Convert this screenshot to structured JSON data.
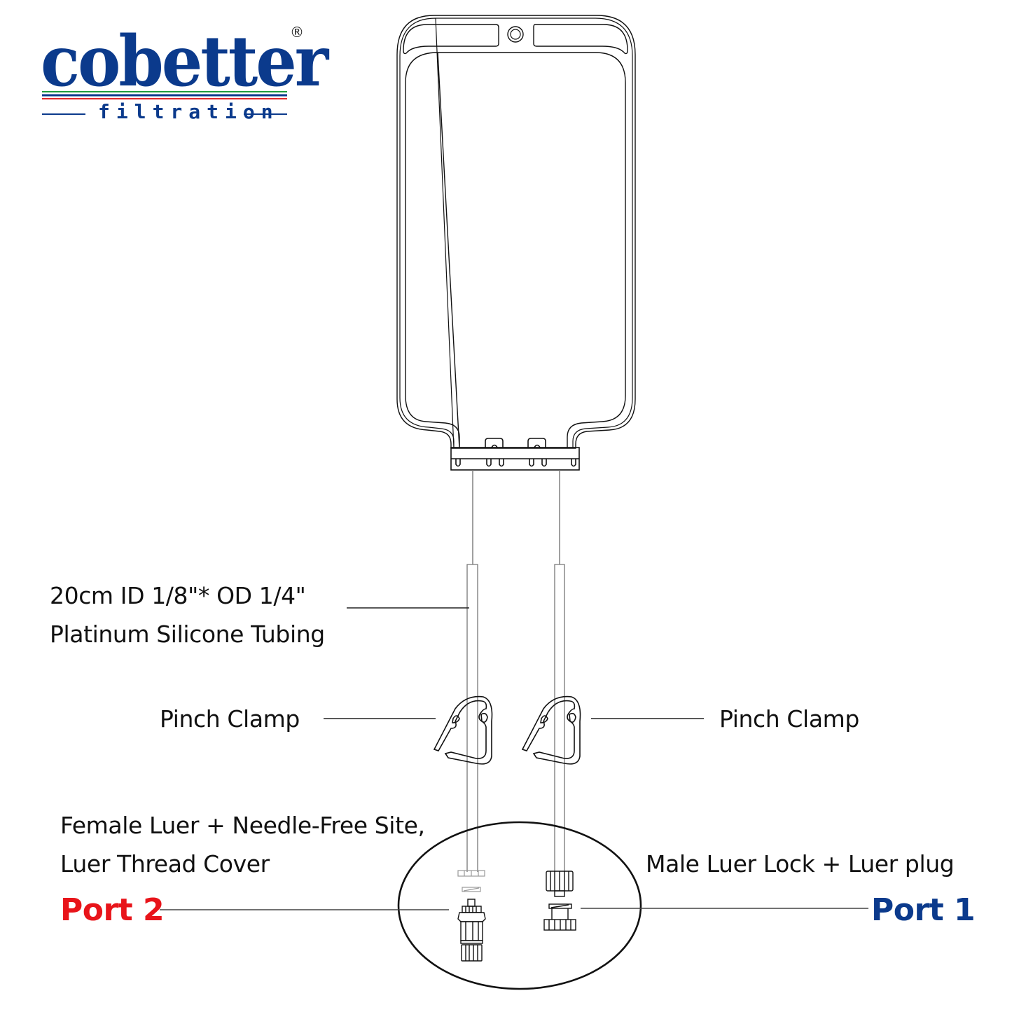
{
  "logo": {
    "wordmark": "cobetter",
    "subtitle": "filtration",
    "registered_mark": "®",
    "brand_color": "#0b3a8c",
    "stripe_colors": [
      "#1f9a3c",
      "#0b3a8c",
      "#e0262a"
    ]
  },
  "labels": {
    "tubing_line1": "20cm ID 1/8\"* OD 1/4\"",
    "tubing_line2": "Platinum Silicone Tubing",
    "pinch_clamp_left": "Pinch Clamp",
    "pinch_clamp_right": "Pinch Clamp",
    "port2_desc_line1": "Female Luer + Needle-Free Site,",
    "port2_desc_line2": "Luer Thread Cover",
    "port1_desc": "Male Luer Lock + Luer plug",
    "port2": "Port 2",
    "port1": "Port 1"
  },
  "colors": {
    "port2": "#e8141a",
    "port1": "#0b3a8c",
    "line": "#111111"
  },
  "components": [
    {
      "id": "bag",
      "name": "Bag body with hanger holes"
    },
    {
      "id": "tubing",
      "name": "Silicone tubing x2"
    },
    {
      "id": "clamp",
      "name": "Pinch clamp x2"
    },
    {
      "id": "port2",
      "name": "Female luer + needle-free site + thread cover"
    },
    {
      "id": "port1",
      "name": "Male luer lock + luer plug"
    }
  ]
}
